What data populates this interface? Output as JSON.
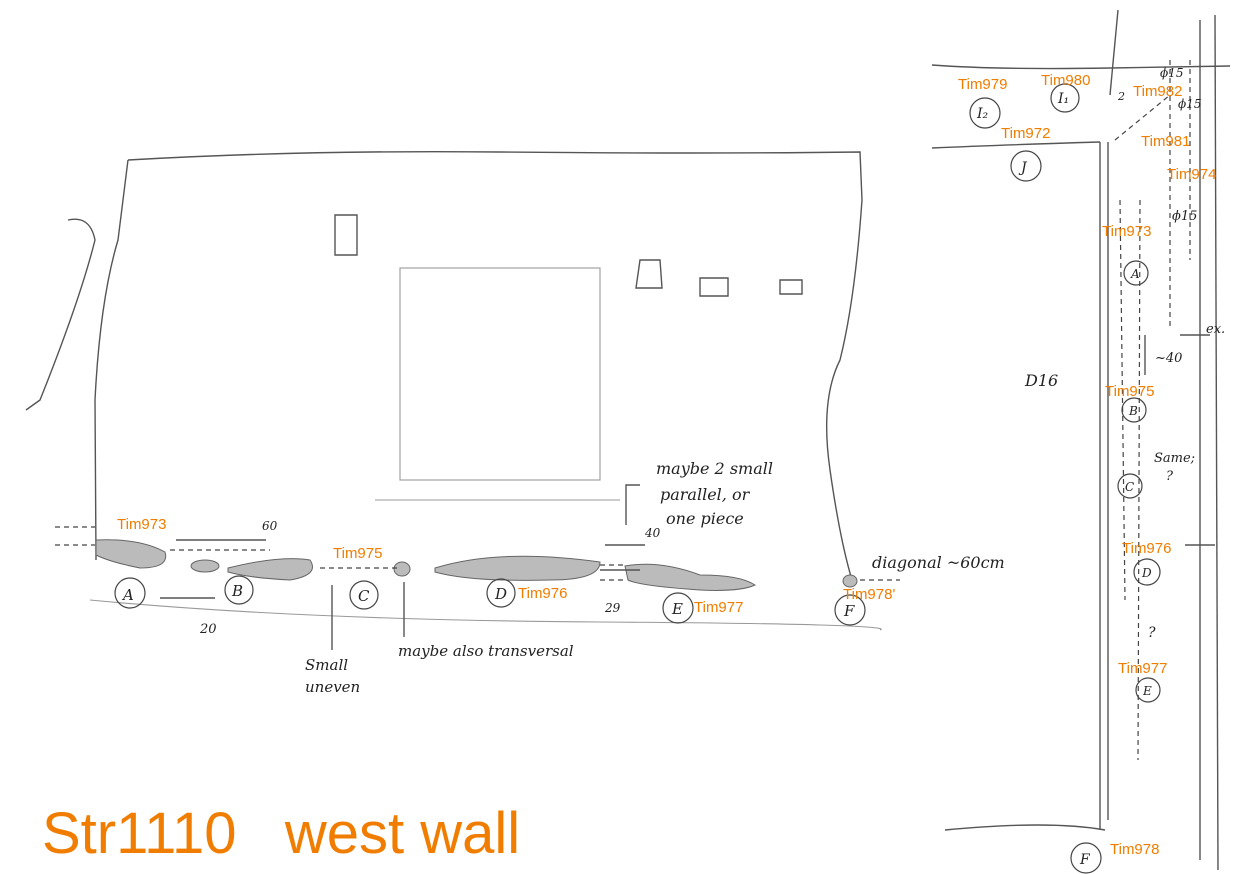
{
  "title": "Str1110   west wall",
  "accent_color": "#f07d00",
  "elevation": {
    "features": [
      "A",
      "B",
      "C",
      "D",
      "E",
      "F"
    ],
    "timber_labels": {
      "A": "Tim973",
      "C": "Tim975",
      "D": "Tim976",
      "E": "Tim977",
      "F": "Tim978'"
    },
    "measures": {
      "ab_gap": "20",
      "b_len": "60",
      "de_gap": "29",
      "e_offset": "40"
    },
    "notes": {
      "small_uneven_1": "Small",
      "small_uneven_2": "uneven",
      "transversal": "maybe also transversal",
      "parallel_1": "maybe 2 small",
      "parallel_2": "parallel, or",
      "parallel_3": "one piece",
      "diagonal": "diagonal ~60cm"
    }
  },
  "plan": {
    "room_label": "D16",
    "ex_label": "ex.",
    "dim_40": "~40",
    "same_note_1": "Same;",
    "same_note_2": "?",
    "q_mark": "?",
    "phi_1": "ϕ15",
    "phi_2": "ϕ15",
    "phi_3": "ϕ15",
    "num_2": "2",
    "features": {
      "I2": "I₂",
      "I1": "I₁",
      "J": "J",
      "A": "A",
      "B": "B",
      "C": "C",
      "D": "D",
      "E": "E",
      "F": "F"
    },
    "timber_labels": {
      "t979": "Tim979",
      "t980": "Tim980",
      "t982": "Tim982",
      "t972": "Tim972",
      "t981": "Tim981",
      "t974": "Tim974",
      "t973": "Tim973",
      "t975": "Tim975",
      "t976": "Tim976",
      "t977": "Tim977",
      "t978": "Tim978"
    }
  }
}
